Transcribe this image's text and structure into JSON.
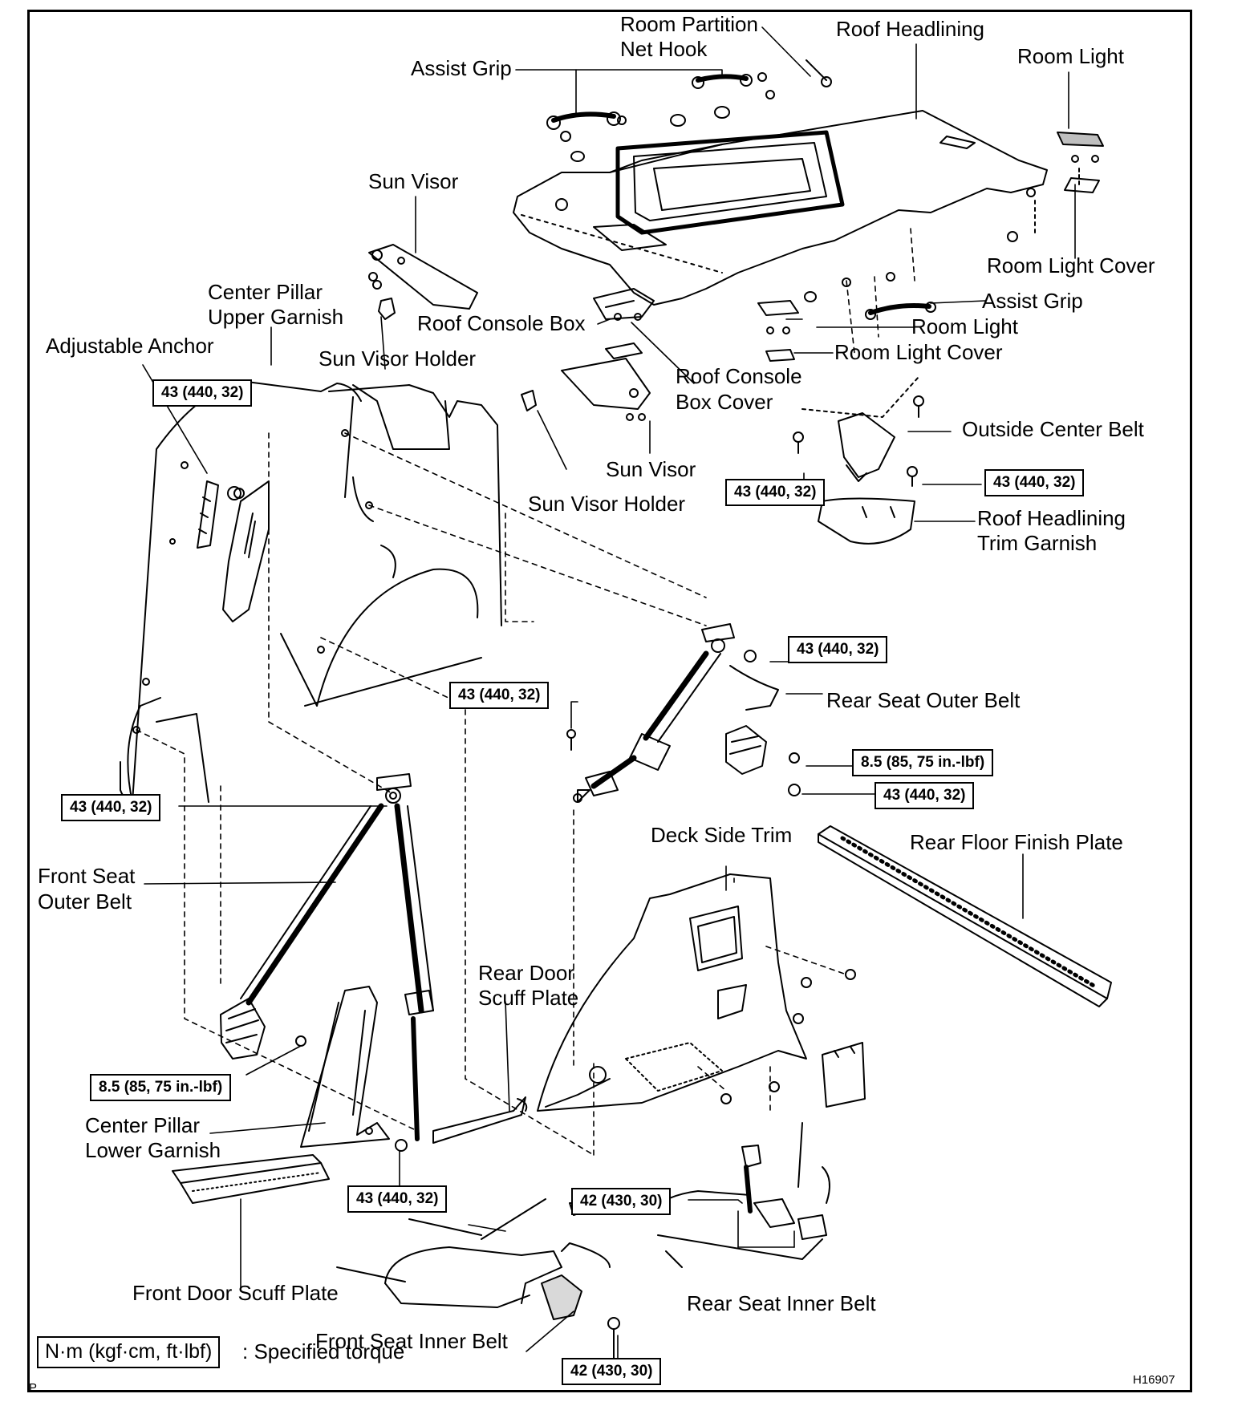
{
  "labels": {
    "room_partition_net_hook": [
      "Room Partition",
      "Net Hook"
    ],
    "roof_headlining": "Roof Headlining",
    "room_light_top": "Room Light",
    "assist_grip_top": "Assist Grip",
    "sun_visor_top": "Sun Visor",
    "room_light_cover_right": "Room Light Cover",
    "center_pillar_upper_garnish": [
      "Center Pillar",
      "Upper Garnish"
    ],
    "roof_console_box": "Roof Console Box",
    "assist_grip_right": "Assist Grip",
    "room_light_middle": "Room Light",
    "adjustable_anchor": "Adjustable Anchor",
    "sun_visor_holder_top": "Sun Visor Holder",
    "room_light_cover_middle": "Room Light Cover",
    "roof_console_box_cover": [
      "Roof Console",
      "Box Cover"
    ],
    "outside_center_belt": "Outside Center Belt",
    "sun_visor_middle": "Sun Visor",
    "sun_visor_holder_middle": "Sun Visor Holder",
    "roof_headlining_trim_garnish": [
      "Roof Headlining",
      "Trim Garnish"
    ],
    "rear_seat_outer_belt": "Rear Seat Outer Belt",
    "deck_side_trim": "Deck Side Trim",
    "rear_floor_finish_plate": "Rear Floor Finish Plate",
    "front_seat_outer_belt": [
      "Front Seat",
      "Outer Belt"
    ],
    "rear_door_scuff_plate": [
      "Rear Door",
      "Scuff Plate"
    ],
    "center_pillar_lower_garnish": [
      "Center Pillar",
      "Lower Garnish"
    ],
    "front_door_scuff_plate": "Front Door Scuff Plate",
    "rear_seat_inner_belt": "Rear Seat Inner Belt",
    "front_seat_inner_belt": "Front Seat Inner Belt"
  },
  "torques": {
    "adjustable_anchor": "43 (440, 32)",
    "outside_center_belt_left": "43 (440, 32)",
    "outside_center_belt_right": "43 (440, 32)",
    "rear_outer_upper": "43 (440, 32)",
    "rear_outer_left": "43 (440, 32)",
    "rear_outer_retractor": "8.5 (85, 75 in.-lbf)",
    "rear_outer_lower": "43 (440, 32)",
    "front_outer_upper": "43 (440, 32)",
    "front_outer_retractor": "8.5 (85, 75 in.-lbf)",
    "front_outer_lower": "43 (440, 32)",
    "rear_inner": "42 (430, 30)",
    "front_inner": "42 (430, 30)"
  },
  "legend": {
    "box": "N·m (kgf·cm, ft·lbf)",
    "text": ": Specified torque"
  },
  "footer": {
    "left_mark": "P",
    "figure_code": "H16907"
  }
}
